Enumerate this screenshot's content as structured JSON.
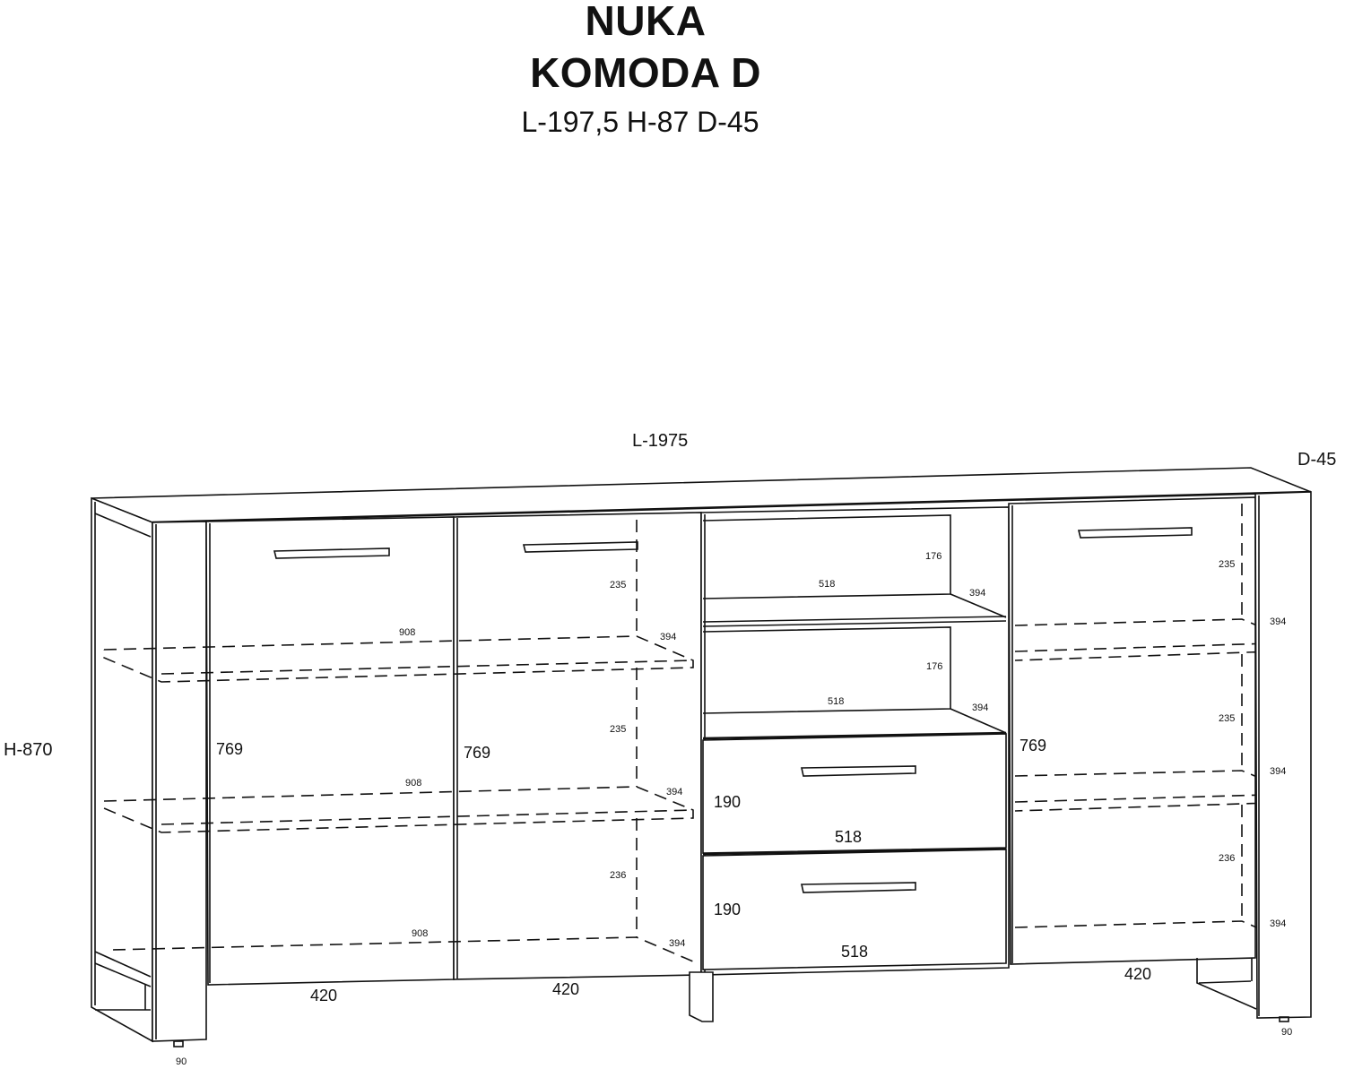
{
  "header": {
    "title": "NUKA",
    "subtitle": "KOMODA D",
    "dimensions": "L-197,5 H-87 D-45"
  },
  "overall": {
    "length_label": "L-1975",
    "depth_label": "D-45",
    "height_label": "H-870"
  },
  "left_section": {
    "door_height_1": "769",
    "door_height_2": "769",
    "door_width_1": "420",
    "door_width_2": "420",
    "shelf_width_top": "908",
    "shelf_width_mid": "908",
    "shelf_width_bottom": "908",
    "shelf_depth_top": "394",
    "shelf_depth_mid": "394",
    "shelf_depth_bottom": "394",
    "gap_top": "235",
    "gap_mid": "235",
    "gap_bottom": "236",
    "leg_depth": "90"
  },
  "middle_section": {
    "niche_height_top": "176",
    "niche_height_bottom": "176",
    "niche_width_top": "518",
    "niche_width_bottom": "518",
    "niche_depth_top": "394",
    "niche_depth_bottom": "394",
    "drawer_height_top": "190",
    "drawer_height_bottom": "190",
    "drawer_width_top": "518",
    "drawer_width_bottom": "518"
  },
  "right_section": {
    "door_height": "769",
    "door_width": "420",
    "gap_top": "235",
    "gap_mid": "235",
    "gap_bottom": "236",
    "shelf_depth_top": "394",
    "shelf_depth_mid": "394",
    "shelf_depth_bottom": "394",
    "leg_depth": "90"
  }
}
